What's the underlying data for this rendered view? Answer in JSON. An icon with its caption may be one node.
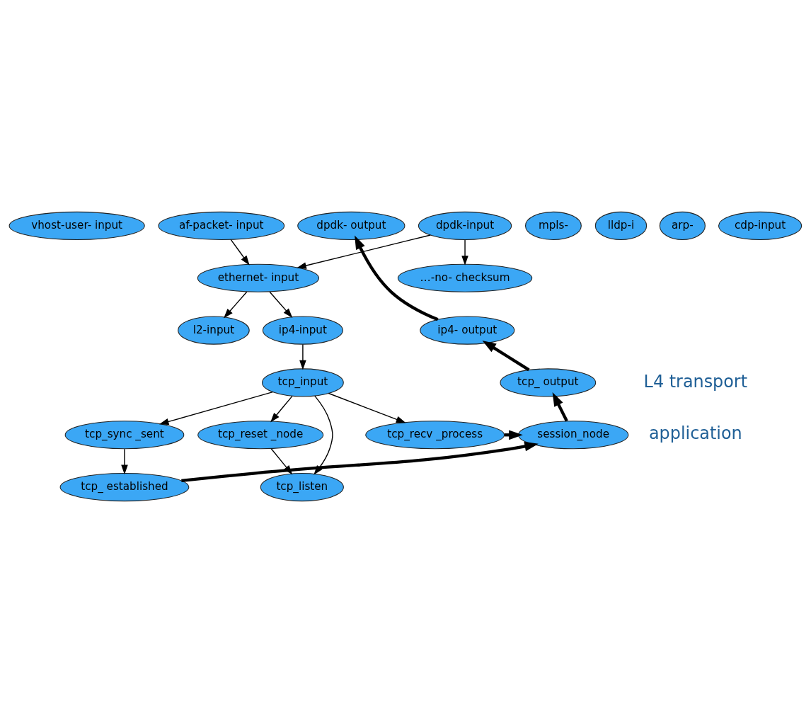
{
  "diagram": {
    "nodes": [
      {
        "text": [
          "vhost-user- input"
        ]
      },
      {
        "text": [
          "af-packet- input"
        ]
      },
      {
        "text": [
          "dpdk-input"
        ]
      },
      {
        "text": [
          "dpdk- output"
        ]
      },
      {
        "text": [
          "ethernet- input"
        ]
      },
      {
        "text": [
          "mpls-"
        ]
      },
      {
        "text": [
          "lldp-i"
        ]
      },
      {
        "text": [
          "arp-"
        ]
      },
      {
        "text": [
          "cdp-input"
        ]
      },
      {
        "text": [
          "l2-input"
        ]
      },
      {
        "text": [
          "ip4-input"
        ]
      },
      {
        "text": [
          "ip4- output"
        ]
      },
      {
        "text": [
          "…-no- checksum"
        ]
      },
      {
        "text": [
          "tcp_input"
        ]
      },
      {
        "text": [
          "tcp_ output"
        ]
      },
      {
        "text": [
          "tcp_sync _sent"
        ]
      },
      {
        "text": [
          "tcp_reset _node"
        ]
      },
      {
        "text": [
          "tcp_listen"
        ]
      },
      {
        "text": [
          "tcp_recv _process"
        ]
      },
      {
        "text": [
          "tcp_ established"
        ]
      },
      {
        "text": [
          "session_node"
        ]
      }
    ],
    "edges": [
      {
        "from": 1,
        "to": 4,
        "arrow": "to"
      },
      {
        "from": 2,
        "to": 4,
        "arrow": "to"
      },
      {
        "from": 2,
        "to": 12,
        "arrow": "to"
      },
      {
        "from": 4,
        "to": 9,
        "arrow": "to"
      },
      {
        "from": 4,
        "to": 10,
        "arrow": "to"
      },
      {
        "from": 10,
        "to": 13,
        "arrow": "to"
      },
      {
        "from": 13,
        "to": 15,
        "arrow": "to"
      },
      {
        "from": 13,
        "to": 16,
        "arrow": "to"
      },
      {
        "from": 13,
        "to": 17,
        "arrow": "to"
      },
      {
        "from": 13,
        "to": 18,
        "arrow": "to"
      },
      {
        "from": 16,
        "to": 17,
        "arrow": "to"
      },
      {
        "from": 15,
        "to": 19,
        "arrow": "to"
      },
      {
        "from": 19,
        "to": 20,
        "arrow": "to",
        "style": "thick"
      },
      {
        "from": 18,
        "to": 20,
        "arrow": "to",
        "style": "thick"
      },
      {
        "from": 20,
        "to": 14,
        "arrow": "to",
        "style": "thick"
      },
      {
        "from": 14,
        "to": 11,
        "arrow": "to",
        "style": "thick"
      },
      {
        "from": 11,
        "to": 3,
        "arrow": "to",
        "style": "thick"
      }
    ],
    "labels": [
      "L4 transport",
      "application"
    ]
  }
}
